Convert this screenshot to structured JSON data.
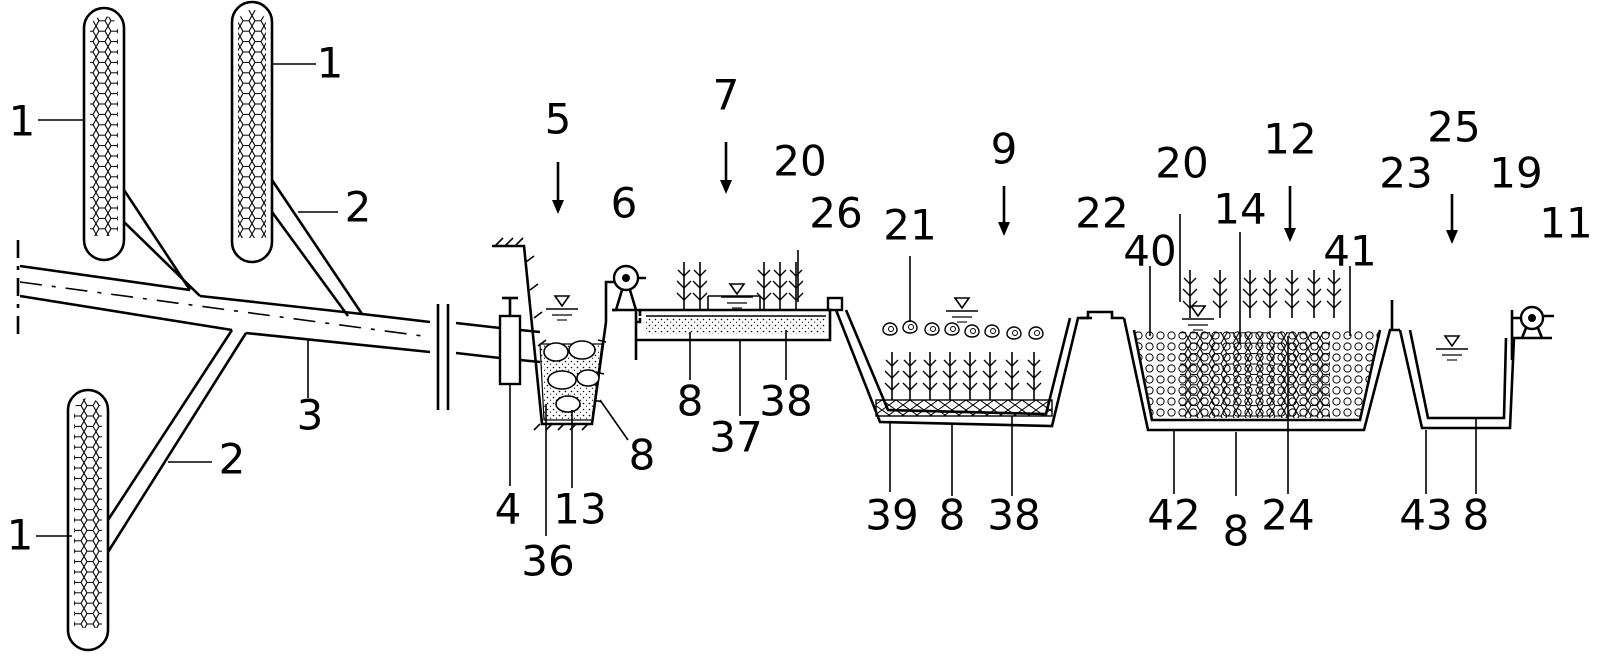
{
  "labels": {
    "l1a": "1",
    "l1b": "1",
    "l1c": "1",
    "l2a": "2",
    "l2b": "2",
    "l3": "3",
    "l4": "4",
    "l5": "5",
    "l6": "6",
    "l7": "7",
    "l8a": "8",
    "l8b": "8",
    "l8c": "8",
    "l8d": "8",
    "l8e": "8",
    "l9": "9",
    "l11": "11",
    "l12": "12",
    "l13": "13",
    "l14": "14",
    "l19": "19",
    "l20a": "20",
    "l20b": "20",
    "l21": "21",
    "l22": "22",
    "l23": "23",
    "l24": "24",
    "l25": "25",
    "l26": "26",
    "l36": "36",
    "l37": "37",
    "l38a": "38",
    "l38b": "38",
    "l39": "39",
    "l40": "40",
    "l41": "41",
    "l42": "42",
    "l43": "43"
  },
  "icons": {
    "water_level": "water-level-triangle-icon",
    "pump": "pump-icon",
    "valve": "valve-icon",
    "plant": "aquatic-plant-icon"
  }
}
